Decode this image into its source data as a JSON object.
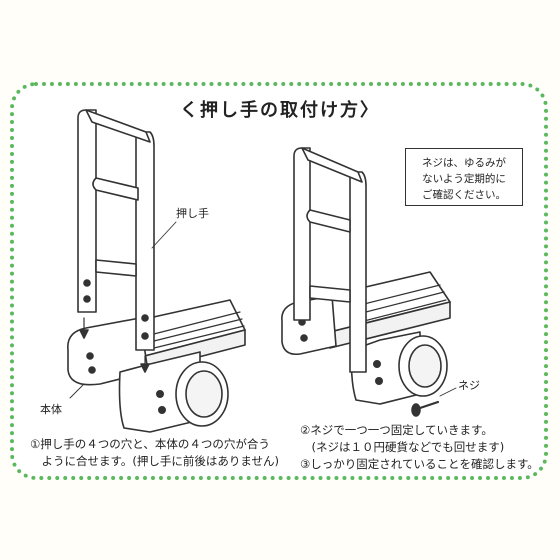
{
  "title": "く押し手の取付け方〉",
  "labels": {
    "handle": "押し手",
    "body": "本体",
    "screw": "ネジ"
  },
  "note": [
    "ネジは、ゆるみが",
    "ないよう定期的に",
    "ご確認ください。"
  ],
  "steps_left": [
    "①押し手の４つの穴と、本体の４つの穴が合う",
    "　ように合せます。(押し手に前後はありません)"
  ],
  "steps_right": [
    "②ネジで一つ一つ固定していきます。",
    "　(ネジは１０円硬貨などでも回せます)",
    "③しっかり固定されていることを確認します。"
  ],
  "colors": {
    "border": "#5cb85c",
    "line": "#333333"
  }
}
